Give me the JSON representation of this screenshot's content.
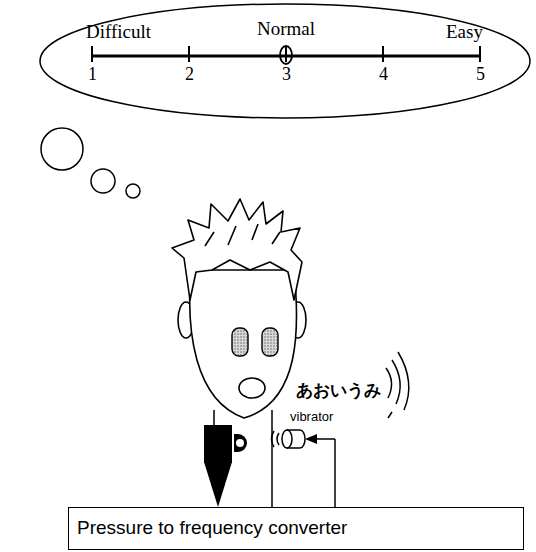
{
  "diagram": {
    "nodes": [
      {
        "text": [
          "Difficult",
          "Normal",
          "Easy",
          "1",
          "2",
          "3",
          "4",
          "5"
        ]
      },
      {
        "text": [
          "Pressure to frequency converter"
        ]
      }
    ],
    "labels": [
      "あおいうみ",
      "vibrator"
    ]
  }
}
